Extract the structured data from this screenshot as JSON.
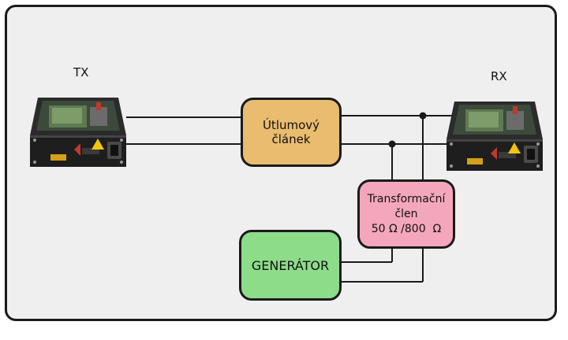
{
  "labels": {
    "tx": "TX",
    "rx": "RX"
  },
  "attenuator": {
    "label": "Útlumový článek"
  },
  "transformer": {
    "line1": "Transformační",
    "line2": "člen",
    "line3": "50 Ω /800  Ω"
  },
  "generator": {
    "label": "GENERÁTOR"
  },
  "colors": {
    "attenuator": "#e9bc6f",
    "transformer": "#f4a7bc",
    "generator": "#8ddc8a",
    "frame_bg": "#efefef",
    "wire": "#1a1a1a"
  }
}
